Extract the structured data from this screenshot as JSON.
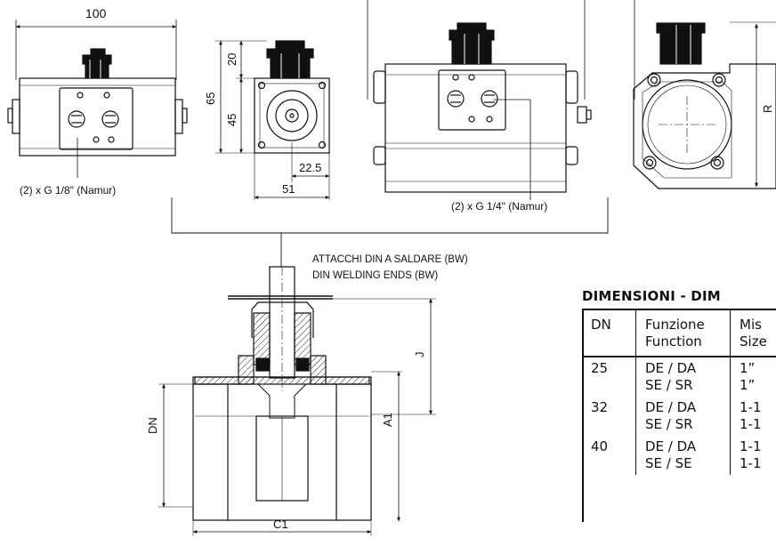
{
  "dimensions": {
    "width_100": "100",
    "h_20": "20",
    "h_65": "65",
    "h_45": "45",
    "w_22_5": "22.5",
    "w_51": "51",
    "r_label": "R",
    "j_label": "J",
    "a1_label": "A1",
    "dn_label": "DN",
    "c1_label": "C1"
  },
  "notes": {
    "namur_18": "(2) x G 1/8\" (Namur)",
    "namur_14": "(2) x G 1/4\"  (Namur)",
    "bw_it": "ATTACCHI DIN A SALDARE (BW)",
    "bw_en": "DIN WELDING ENDS (BW)"
  },
  "table": {
    "title": "DIMENSIONI - DIM",
    "headers": {
      "dn": "DN",
      "function_it": "Funzione",
      "function_en": "Function",
      "size_it": "Mis",
      "size_en": "Size"
    },
    "rows": [
      {
        "dn": "25",
        "f1": "DE / DA",
        "f2": "SE / SR",
        "s1": "1”",
        "s2": "1”"
      },
      {
        "dn": "32",
        "f1": "DE / DA",
        "f2": "SE / SR",
        "s1": "1-1",
        "s2": "1-1"
      },
      {
        "dn": "40",
        "f1": "DE / DA",
        "f2": "SE / SE",
        "s1": "1-1",
        "s2": "1-1"
      }
    ]
  }
}
